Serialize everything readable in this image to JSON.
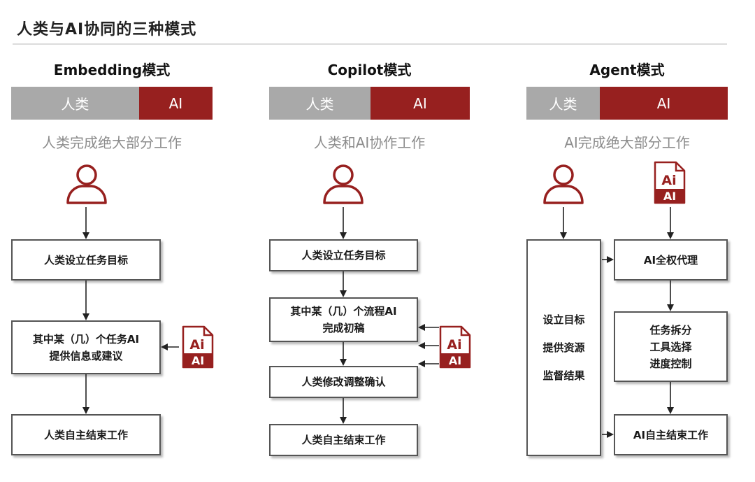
{
  "title": "人类与AI协同的三种模式",
  "colors": {
    "human": "#a9a9a9",
    "ai": "#97201f",
    "arrow": "#222222"
  },
  "icons": {
    "person": "person-outline-icon",
    "ai_file": "ai-file-icon"
  },
  "ai_icon": {
    "top": "Ai",
    "bottom": "AI"
  },
  "modes": [
    {
      "heading": "Embedding模式",
      "bar": {
        "human": "人类",
        "ai": "AI",
        "human_share": 0.635
      },
      "subtitle": "人类完成绝大部分工作",
      "boxes": [
        {
          "lines": [
            "人类设立任务目标"
          ]
        },
        {
          "lines": [
            "其中某（几）个任务AI",
            "提供信息或建议"
          ]
        },
        {
          "lines": [
            "人类自主结束工作"
          ]
        }
      ]
    },
    {
      "heading": "Copilot模式",
      "bar": {
        "human": "人类",
        "ai": "AI",
        "human_share": 0.505
      },
      "subtitle": "人类和AI协作工作",
      "boxes": [
        {
          "lines": [
            "人类设立任务目标"
          ]
        },
        {
          "lines": [
            "其中某（几）个流程AI",
            "完成初稿"
          ]
        },
        {
          "lines": [
            "人类修改调整确认"
          ]
        },
        {
          "lines": [
            "人类自主结束工作"
          ]
        }
      ]
    },
    {
      "heading": "Agent模式",
      "bar": {
        "human": "人类",
        "ai": "AI",
        "human_share": 0.365
      },
      "subtitle": "AI完成绝大部分工作",
      "human_box": {
        "lines": [
          "设立目标",
          "提供资源",
          "监督结果"
        ]
      },
      "boxes": [
        {
          "lines": [
            "AI全权代理"
          ]
        },
        {
          "lines": [
            "任务拆分",
            "工具选择",
            "进度控制"
          ]
        },
        {
          "lines": [
            "AI自主结束工作"
          ]
        }
      ]
    }
  ]
}
